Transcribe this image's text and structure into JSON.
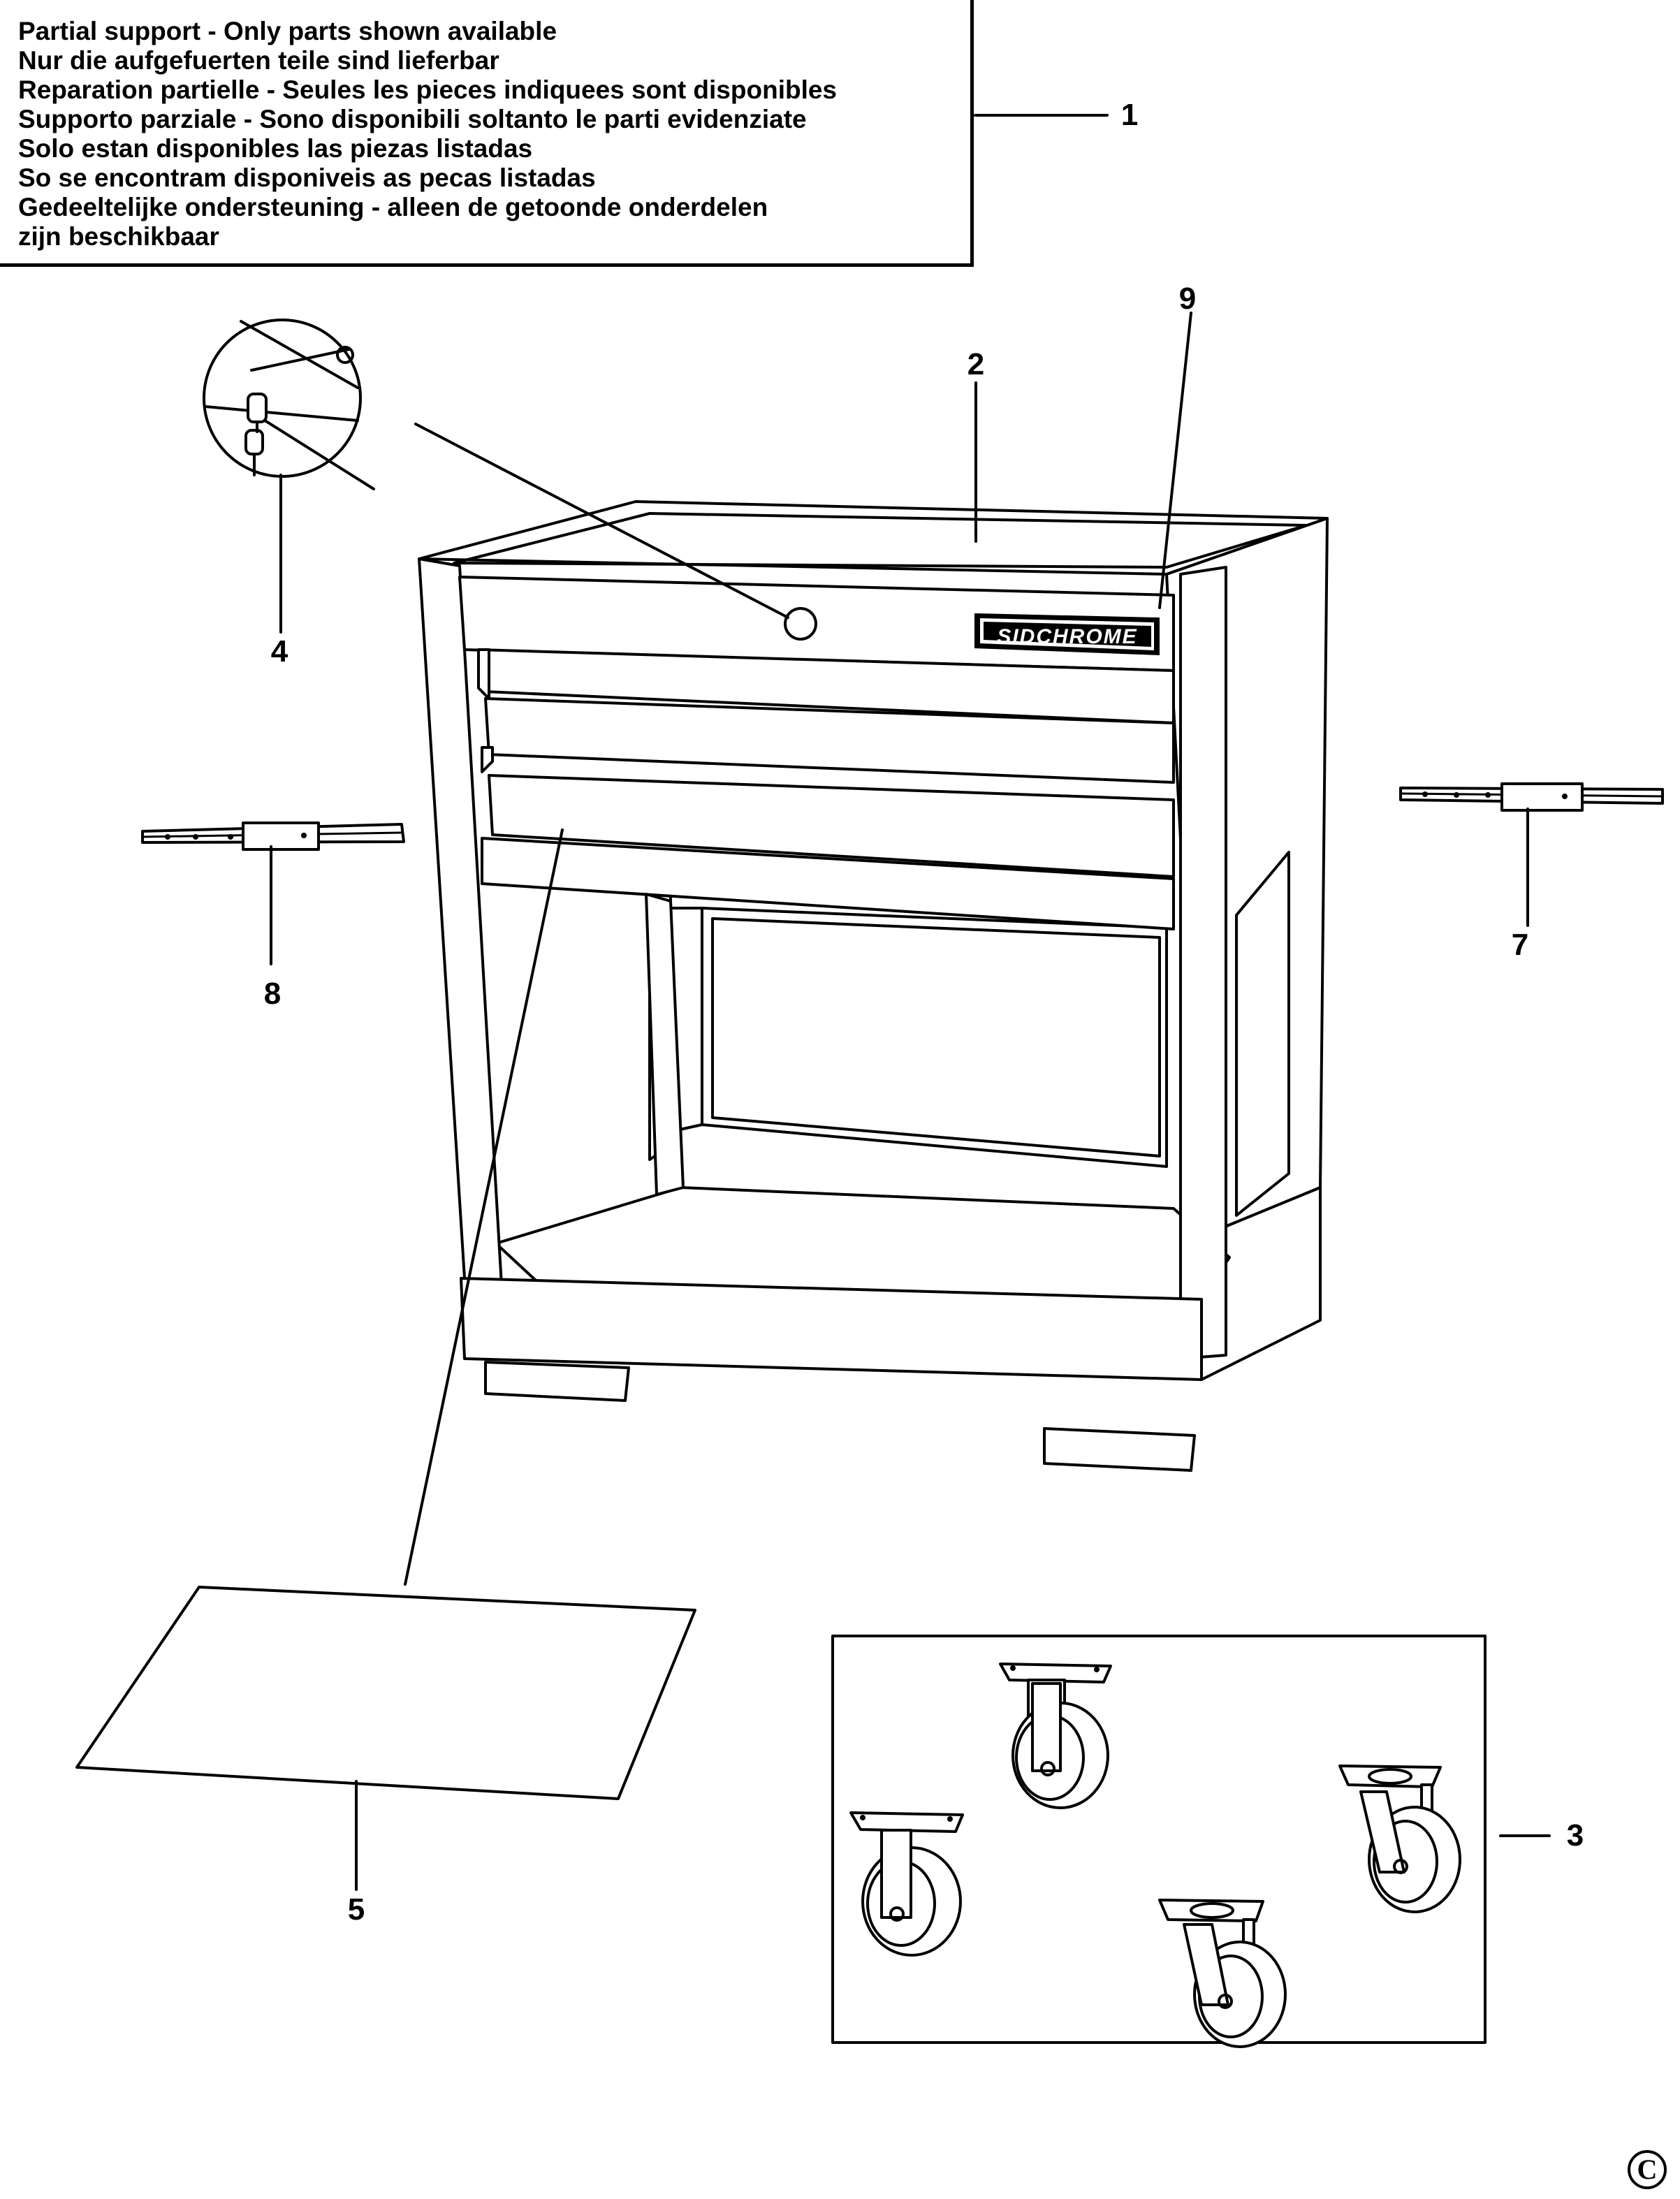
{
  "notice": {
    "lines": [
      "Partial support - Only parts shown available",
      "Nur die aufgefuerten teile sind lieferbar",
      "Reparation partielle - Seules les pieces indiquees sont disponibles",
      "Supporto parziale - Sono disponibili soltanto le parti evidenziate",
      "Solo estan disponibles las piezas listadas",
      "So se encontram disponiveis as pecas listadas",
      "Gedeeltelijke ondersteuning - alleen de getoonde onderdelen",
      "zijn beschikbaar"
    ]
  },
  "callouts": {
    "c1": "1",
    "c2": "2",
    "c3": "3",
    "c4": "4",
    "c5": "5",
    "c7": "7",
    "c8": "8",
    "c9": "9"
  },
  "brand_logo": "SIDCHROME",
  "copyright_mark": "C",
  "colors": {
    "ink": "#000000",
    "paper": "#ffffff"
  }
}
